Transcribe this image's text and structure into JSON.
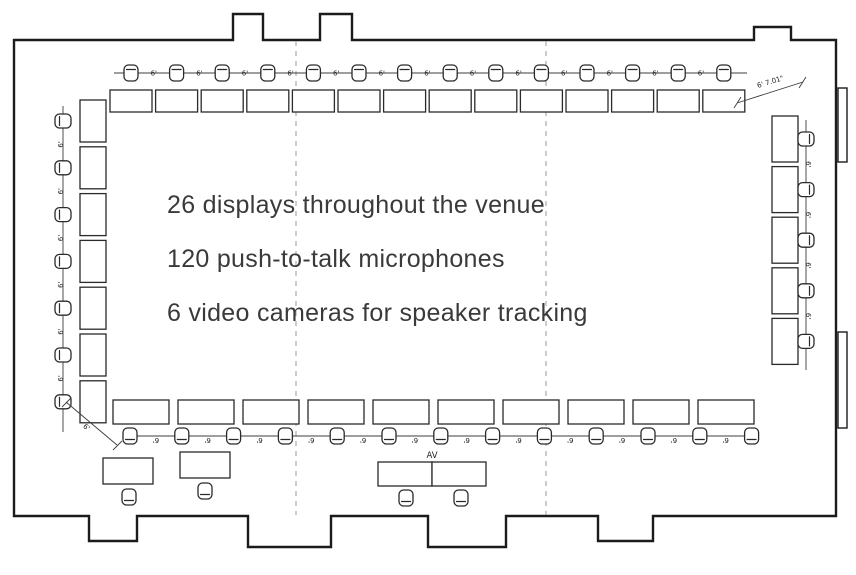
{
  "annotations": {
    "displays": "26 displays throughout the venue",
    "microphones": "120 push-to-talk microphones",
    "cameras": "6 video cameras for speaker tracking"
  },
  "labels": {
    "av_table": "AV",
    "corner_dimension": "6' 7.01\"",
    "spacing": "6'"
  },
  "colors": {
    "wall": "#1b1b1b",
    "text": "#3a3a3a",
    "centerline": "#9a9a9a"
  }
}
